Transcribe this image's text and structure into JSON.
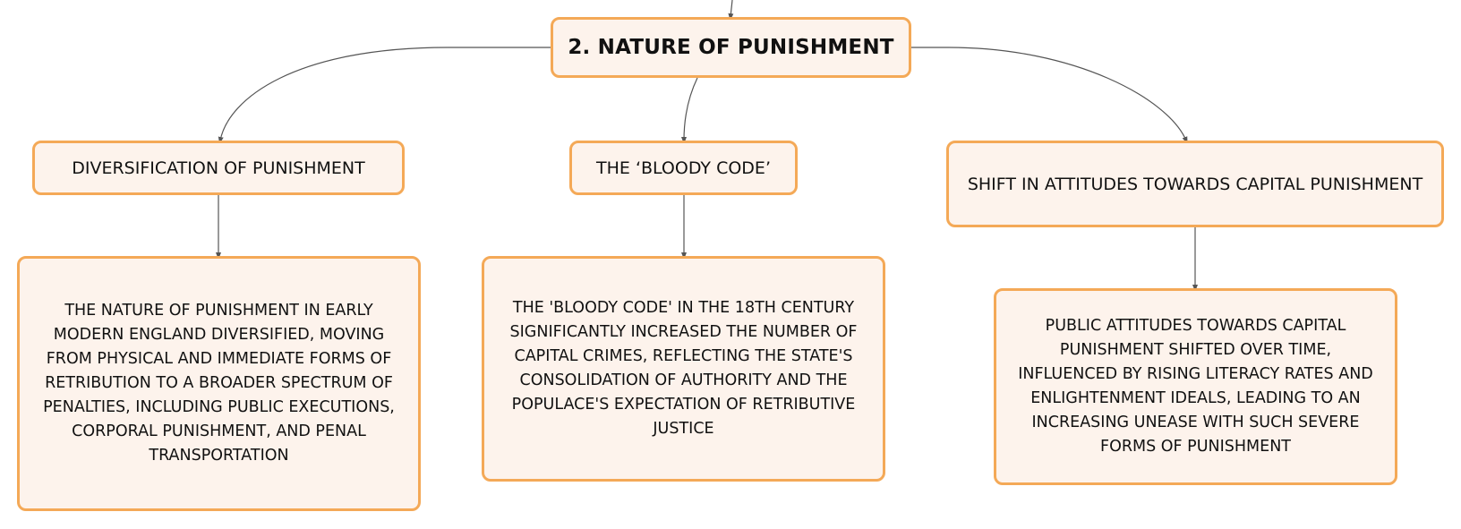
{
  "diagram": {
    "root": {
      "label": "2. NATURE OF PUNISHMENT"
    },
    "branches": [
      {
        "label": "DIVERSIFICATION OF PUNISHMENT",
        "detail": "THE NATURE OF PUNISHMENT IN EARLY MODERN ENGLAND DIVERSIFIED, MOVING FROM PHYSICAL AND IMMEDIATE FORMS OF RETRIBUTION TO A BROADER SPECTRUM OF PENALTIES, INCLUDING PUBLIC EXECUTIONS, CORPORAL PUNISHMENT, AND PENAL TRANSPORTATION"
      },
      {
        "label": "THE ‘BLOODY CODE’",
        "detail": "THE 'BLOODY CODE' IN THE 18TH CENTURY SIGNIFICANTLY INCREASED THE NUMBER OF CAPITAL CRIMES, REFLECTING THE STATE'S CONSOLIDATION OF AUTHORITY AND THE POPULACE'S EXPECTATION OF RETRIBUTIVE JUSTICE"
      },
      {
        "label": "SHIFT IN ATTITUDES TOWARDS CAPITAL PUNISHMENT",
        "detail": "PUBLIC ATTITUDES TOWARDS CAPITAL PUNISHMENT SHIFTED OVER TIME, INFLUENCED BY RISING LITERACY RATES AND ENLIGHTENMENT IDEALS, LEADING TO AN INCREASING UNEASE WITH SUCH SEVERE FORMS OF PUNISHMENT"
      }
    ]
  },
  "colors": {
    "node_fill": "#fdf3ec",
    "node_border": "#f4a957",
    "connector": "#555555",
    "text": "#111111"
  }
}
